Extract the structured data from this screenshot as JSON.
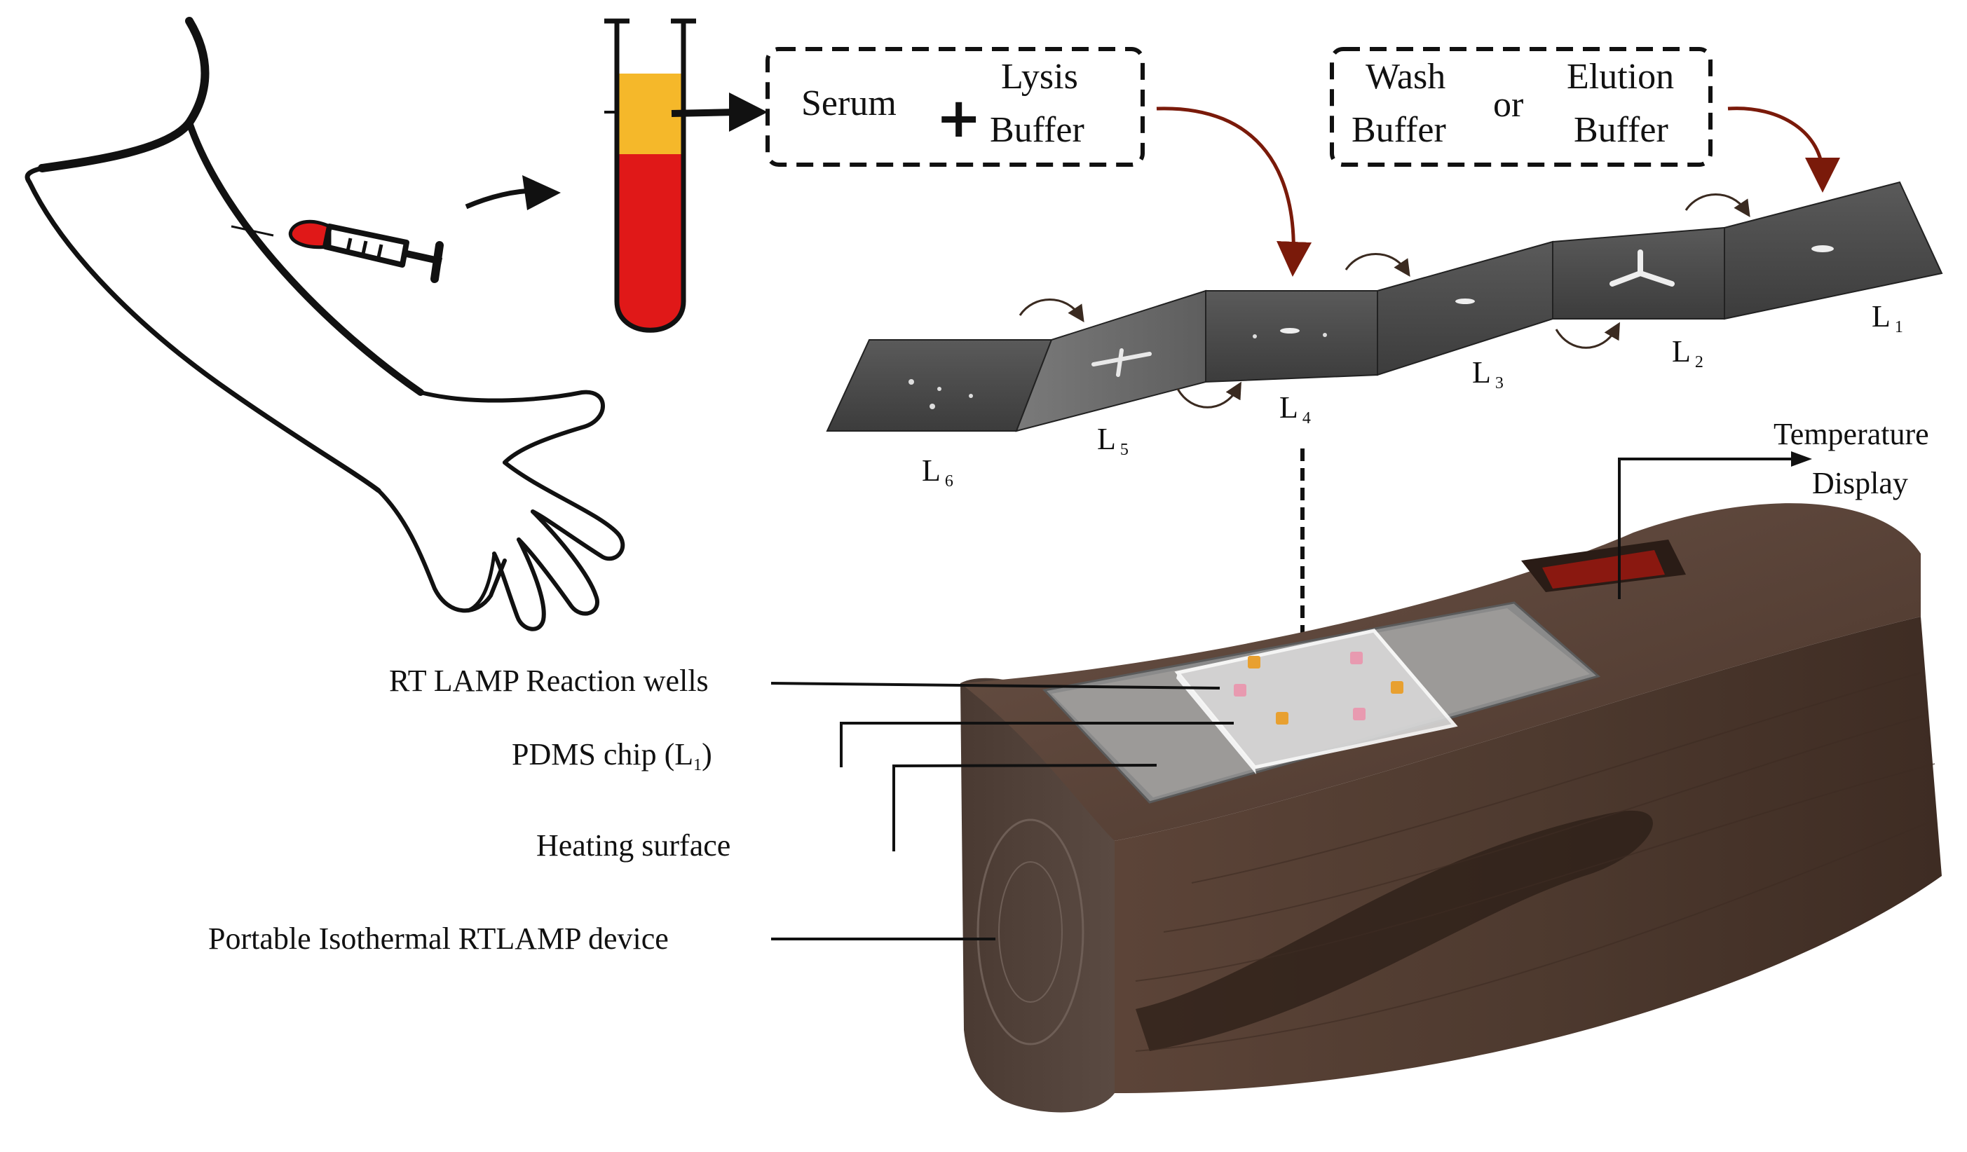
{
  "workflow": {
    "sample_box": {
      "serum": "Serum",
      "plus": "+",
      "lysis_line1": "Lysis",
      "lysis_line2": "Buffer"
    },
    "buffer_box": {
      "wash_line1": "Wash",
      "wash_line2": "Buffer",
      "or": "or",
      "elution_line1": "Elution",
      "elution_line2": "Buffer"
    }
  },
  "strip_layers": [
    {
      "letter": "L",
      "sub": "1"
    },
    {
      "letter": "L",
      "sub": "2"
    },
    {
      "letter": "L",
      "sub": "3"
    },
    {
      "letter": "L",
      "sub": "4"
    },
    {
      "letter": "L",
      "sub": "5"
    },
    {
      "letter": "L",
      "sub": "6"
    }
  ],
  "device": {
    "temperature_line1": "Temperature",
    "temperature_line2": "Display",
    "reaction_wells": "RT LAMP Reaction wells",
    "pdms_chip_prefix": "PDMS chip (",
    "pdms_chip_letter": "L",
    "pdms_chip_sub": "1",
    "pdms_chip_suffix": ")",
    "heating_surface": "Heating surface",
    "device_name": "Portable Isothermal RTLAMP device"
  },
  "colors": {
    "blood_red": "#e01818",
    "serum_yellow": "#f5b82a",
    "strip_dark": "#4a4a4a",
    "wood_brown": "#5a4236",
    "curved_arrow": "#7a1a0a",
    "well_pink": "#e89ab0",
    "well_orange": "#e8a030"
  }
}
